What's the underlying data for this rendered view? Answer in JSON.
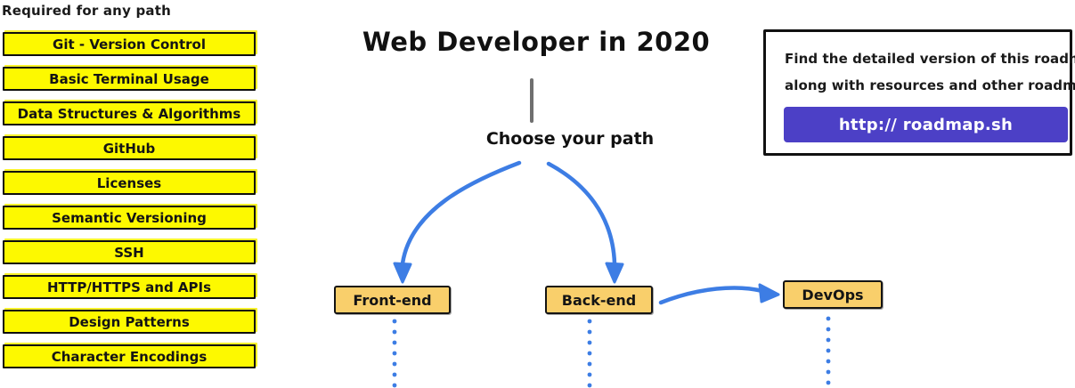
{
  "title": "Web Developer in 2020",
  "sidebar": {
    "heading": "Required for any path",
    "items": [
      "Git - Version Control",
      "Basic Terminal Usage",
      "Data Structures & Algorithms",
      "GitHub",
      "Licenses",
      "Semantic Versioning",
      "SSH",
      "HTTP/HTTPS and APIs",
      "Design Patterns",
      "Character Encodings"
    ]
  },
  "flow": {
    "choose_label": "Choose your path",
    "nodes": [
      {
        "label": "Front-end"
      },
      {
        "label": "Back-end"
      },
      {
        "label": "DevOps"
      }
    ]
  },
  "info_box": {
    "line1": "Find the detailed version of this roadmap",
    "line2": "along with resources and other roadmaps",
    "button_label": "http:// roadmap.sh"
  },
  "colors": {
    "required_box_yellow": "#fdf900",
    "node_box_amber": "#f9cf6b",
    "arrow_blue": "#3d7de4",
    "button_purple": "#4c40c6",
    "divider_gray": "#6f6f6f"
  }
}
